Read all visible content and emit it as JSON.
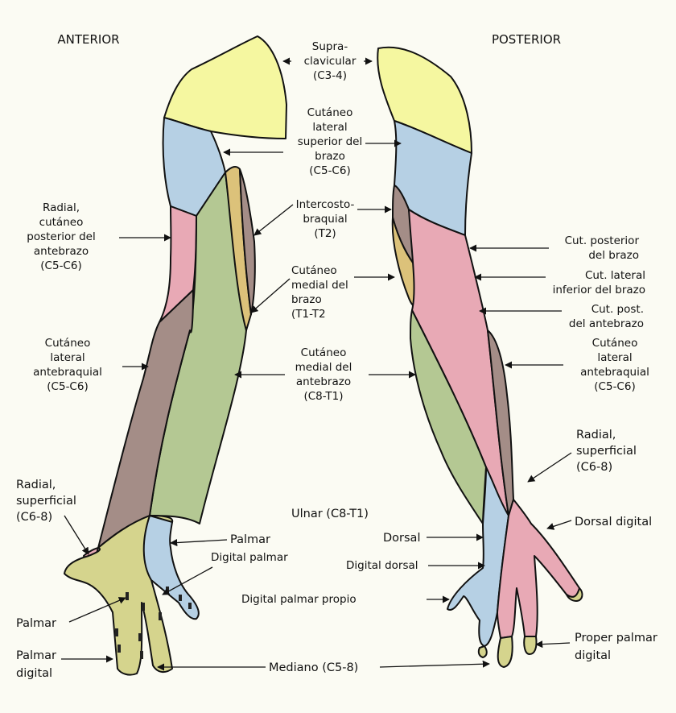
{
  "colors": {
    "supraclavicular": "#f5f7a0",
    "lateral_superior": "#b6d0e4",
    "radial_posterior": "#e8a9b5",
    "medial_brazo": "#dcc27a",
    "intercosto": "#a48d87",
    "lateral_antebraquial": "#a48d87",
    "medial_antebrazo": "#b4c893",
    "mediano": "#d5d48d",
    "ulnar": "#b6d0e4",
    "posterior_antebrazo": "#e8a9b5",
    "background": "#fbfbf3"
  },
  "titles": {
    "anterior": "ANTERIOR",
    "posterior": "POSTERIOR"
  },
  "labels": {
    "supraclavicular": [
      "Supra-",
      "clavicular",
      "(C3-4)"
    ],
    "lateral_superior": [
      "Cutáneo",
      "lateral",
      "superior del",
      "brazo",
      "(C5-C6)"
    ],
    "intercostobraquial": [
      "Intercosto-",
      "braquial",
      "(T2)"
    ],
    "medial_brazo": [
      "Cutáneo",
      "medial del",
      "brazo",
      "(T1-T2"
    ],
    "medial_antebrazo": [
      "Cutáneo",
      "medial del",
      "antebrazo",
      "(C8-T1)"
    ],
    "radial_posterior_anterior": [
      "Radial,",
      "cutáneo",
      "posterior del",
      "antebrazo",
      "(C5-C6)"
    ],
    "lateral_antebraquial_anterior": [
      "Cutáneo",
      "lateral",
      "antebraquial",
      "(C5-C6)"
    ],
    "radial_superficial_anterior": [
      "Radial,",
      "superficial",
      "(C6-8)"
    ],
    "palmar_left": "Palmar",
    "palmar_digital": [
      "Palmar",
      "digital"
    ],
    "ulnar": "Ulnar (C8-T1)",
    "palmar": "Palmar",
    "digital_palmar": "Digital palmar",
    "digital_palmar_propio": "Digital palmar propio",
    "mediano": "Mediano (C5-8)",
    "dorsal": "Dorsal",
    "digital_dorsal": "Digital dorsal",
    "cut_posterior_brazo": [
      "Cut. posterior",
      "del brazo"
    ],
    "cut_lateral_inferior": [
      "Cut. lateral",
      "inferior del brazo"
    ],
    "cut_post_antebrazo": [
      "Cut.  post.",
      "del antebrazo"
    ],
    "lateral_antebraquial_posterior": [
      "Cutáneo",
      "lateral",
      "antebraquial",
      "(C5-C6)"
    ],
    "radial_superficial_posterior": [
      "Radial,",
      "superficial",
      "(C6-8)"
    ],
    "dorsal_digital": "Dorsal digital",
    "proper_palmar_digital": [
      "Proper palmar",
      "digital"
    ]
  }
}
